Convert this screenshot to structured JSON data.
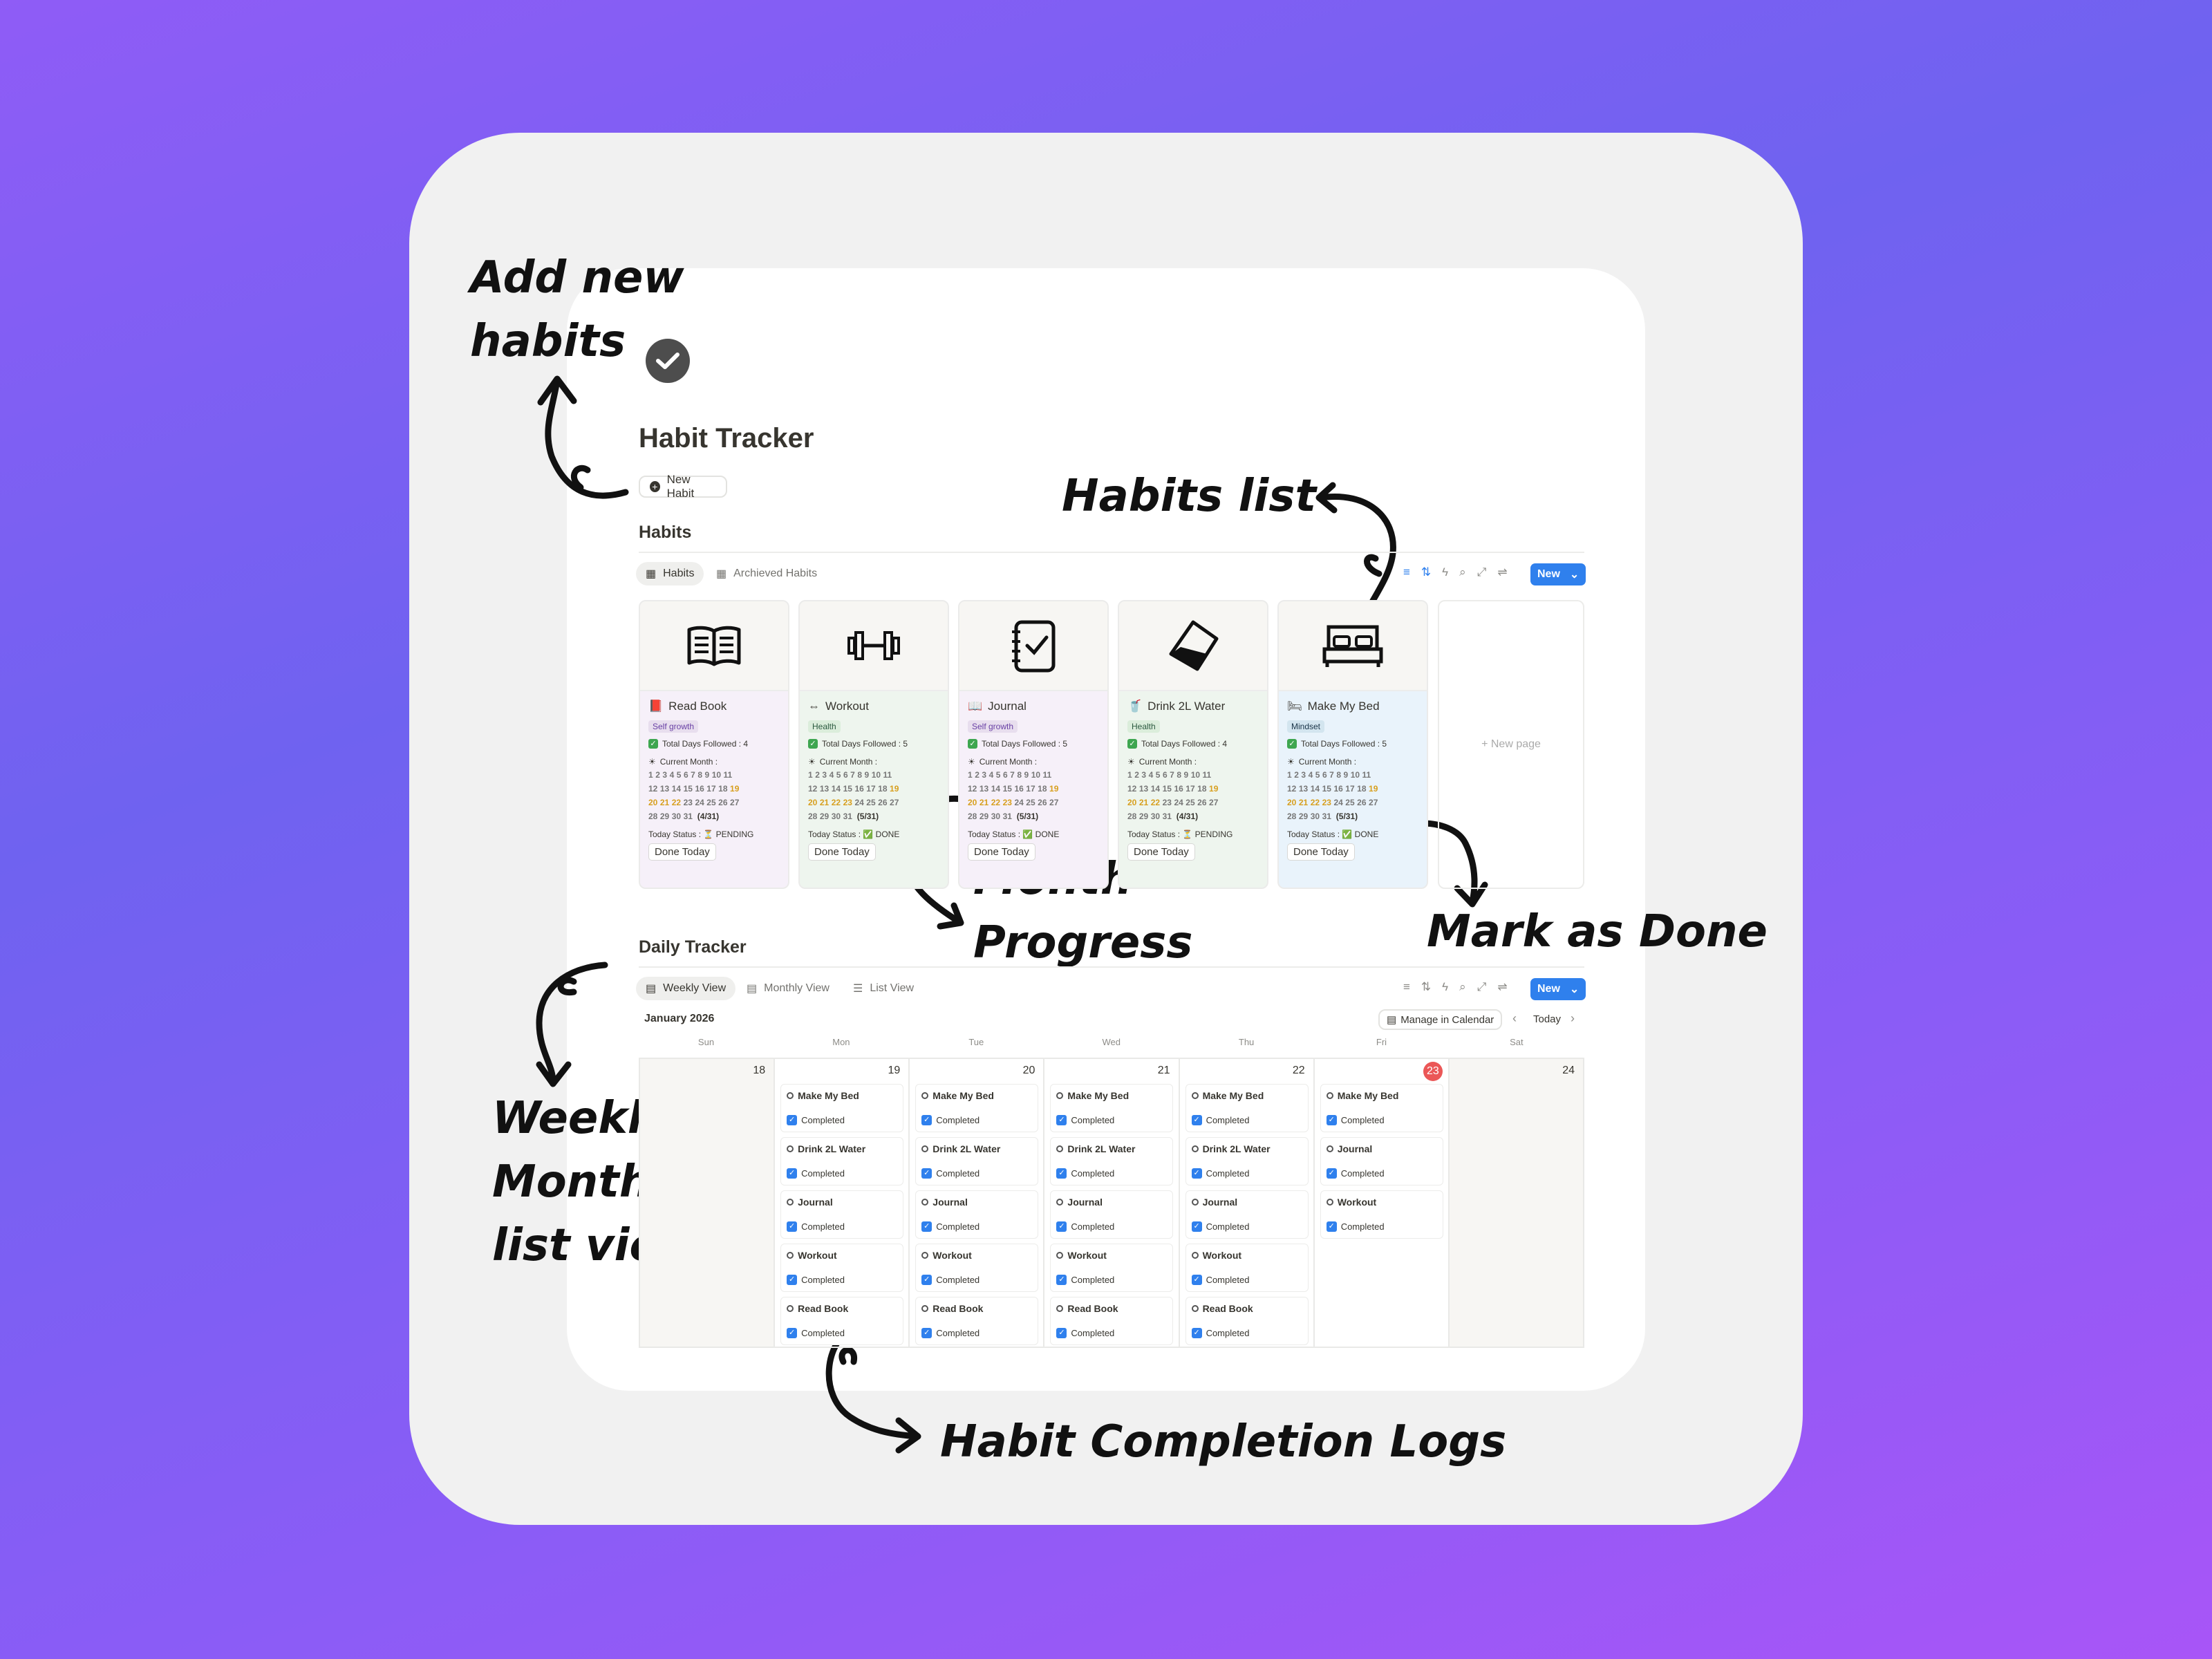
{
  "annotations": {
    "add_new": "Add new\nhabits",
    "habits_list": "Habits list",
    "month_progress": "Month\nProgress",
    "mark_done": "Mark as Done",
    "views": "Weekly,\nMonthly &\nlist views",
    "logs": "Habit Completion Logs"
  },
  "page": {
    "title": "Habit Tracker",
    "new_habit": "New Habit"
  },
  "habits_section": {
    "title": "Habits",
    "tabs": [
      "Habits",
      "Archieved Habits"
    ],
    "new_label": "New",
    "new_page": "+ New page",
    "cards": [
      {
        "name": "Read Book",
        "tag": "Self growth",
        "tag_bg": "#e8deee",
        "tag_fg": "#6940a5",
        "bg": "#f6f0f9",
        "total": "Total Days Followed : 4",
        "month_label": "Current Month :",
        "progress": "(4/31)",
        "status": "Today Status : ⏳ PENDING",
        "done": "Done Today"
      },
      {
        "name": "Workout",
        "tag": "Health",
        "tag_bg": "#dbeddb",
        "tag_fg": "#2b593f",
        "bg": "#eef5ee",
        "total": "Total Days Followed : 5",
        "month_label": "Current Month :",
        "progress": "(5/31)",
        "status": "Today Status : ✅ DONE",
        "done": "Done Today"
      },
      {
        "name": "Journal",
        "tag": "Self growth",
        "tag_bg": "#e8deee",
        "tag_fg": "#6940a5",
        "bg": "#f6f0f9",
        "total": "Total Days Followed : 5",
        "month_label": "Current Month :",
        "progress": "(5/31)",
        "status": "Today Status : ✅ DONE",
        "done": "Done Today"
      },
      {
        "name": "Drink 2L Water",
        "tag": "Health",
        "tag_bg": "#dbeddb",
        "tag_fg": "#2b593f",
        "bg": "#eef5ee",
        "total": "Total Days Followed : 4",
        "month_label": "Current Month :",
        "progress": "(4/31)",
        "status": "Today Status : ⏳ PENDING",
        "done": "Done Today"
      },
      {
        "name": "Make My Bed",
        "tag": "Mindset",
        "tag_bg": "#d3e5ef",
        "tag_fg": "#183347",
        "bg": "#e9f3fb",
        "total": "Total Days Followed : 5",
        "month_label": "Current Month :",
        "progress": "(5/31)",
        "status": "Today Status : ✅ DONE",
        "done": "Done Today"
      }
    ]
  },
  "daily": {
    "title": "Daily Tracker",
    "tabs": [
      "Weekly View",
      "Monthly View",
      "List View"
    ],
    "month": "January 2026",
    "manage": "Manage in Calendar",
    "today": "Today",
    "new_label": "New",
    "dows": [
      "Sun",
      "Mon",
      "Tue",
      "Wed",
      "Thu",
      "Fri",
      "Sat"
    ],
    "days": [
      {
        "num": "18",
        "weekend": true,
        "today": false,
        "entries": []
      },
      {
        "num": "19",
        "weekend": false,
        "today": false,
        "entries": [
          "Make My Bed",
          "Drink 2L Water",
          "Journal",
          "Workout",
          "Read Book"
        ]
      },
      {
        "num": "20",
        "weekend": false,
        "today": false,
        "entries": [
          "Make My Bed",
          "Drink 2L Water",
          "Journal",
          "Workout",
          "Read Book"
        ]
      },
      {
        "num": "21",
        "weekend": false,
        "today": false,
        "entries": [
          "Make My Bed",
          "Drink 2L Water",
          "Journal",
          "Workout",
          "Read Book"
        ]
      },
      {
        "num": "22",
        "weekend": false,
        "today": false,
        "entries": [
          "Make My Bed",
          "Drink 2L Water",
          "Journal",
          "Workout",
          "Read Book"
        ]
      },
      {
        "num": "23",
        "weekend": false,
        "today": true,
        "entries": [
          "Make My Bed",
          "Journal",
          "Workout"
        ]
      },
      {
        "num": "24",
        "weekend": true,
        "today": false,
        "entries": []
      }
    ],
    "entry_status": "Completed"
  }
}
